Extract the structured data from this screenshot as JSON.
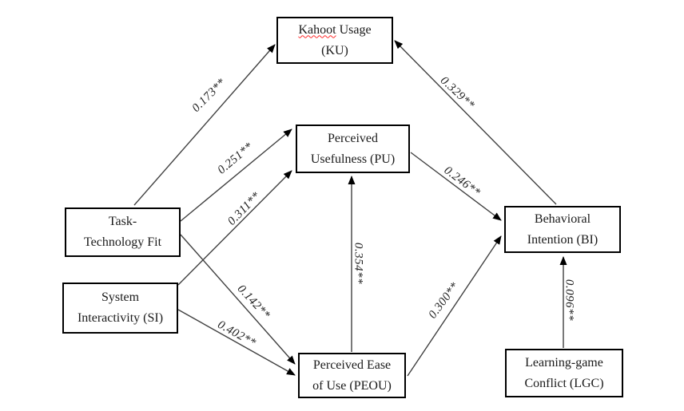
{
  "diagram": {
    "colors": {
      "box_border": "#000000",
      "arrow_line": "#404040",
      "arrowhead": "#000000",
      "misspell_underline": "#ff2a2a",
      "background": "#ffffff"
    },
    "nodes": {
      "ku": {
        "word1": "Kahoot",
        "word2": "Usage",
        "line2": "(KU)"
      },
      "pu": {
        "line1": "Perceived",
        "line2": "Usefulness (PU)"
      },
      "ttf": {
        "line1": "Task-",
        "line2": "Technology Fit"
      },
      "si": {
        "line1": "System",
        "line2": "Interactivity (SI)"
      },
      "peou": {
        "line1": "Perceived Ease",
        "line2": "of Use (PEOU)"
      },
      "bi": {
        "line1": "Behavioral",
        "line2": "Intention (BI)"
      },
      "lgc": {
        "line1": "Learning-game",
        "line2": "Conflict (LGC)"
      }
    },
    "edges": [
      {
        "from": "ttf",
        "to": "ku",
        "label": "0.173**"
      },
      {
        "from": "bi",
        "to": "ku",
        "label": "0.329**"
      },
      {
        "from": "ttf",
        "to": "pu",
        "label": "0.251**"
      },
      {
        "from": "si",
        "to": "pu",
        "label": "0.311**"
      },
      {
        "from": "ttf",
        "to": "peou",
        "label": "0.142**"
      },
      {
        "from": "si",
        "to": "peou",
        "label": "0.402**"
      },
      {
        "from": "peou",
        "to": "pu",
        "label": "0.354**"
      },
      {
        "from": "pu",
        "to": "bi",
        "label": "0.246**"
      },
      {
        "from": "peou",
        "to": "bi",
        "label": "0.300**"
      },
      {
        "from": "lgc",
        "to": "bi",
        "label": "0.096**"
      }
    ]
  }
}
